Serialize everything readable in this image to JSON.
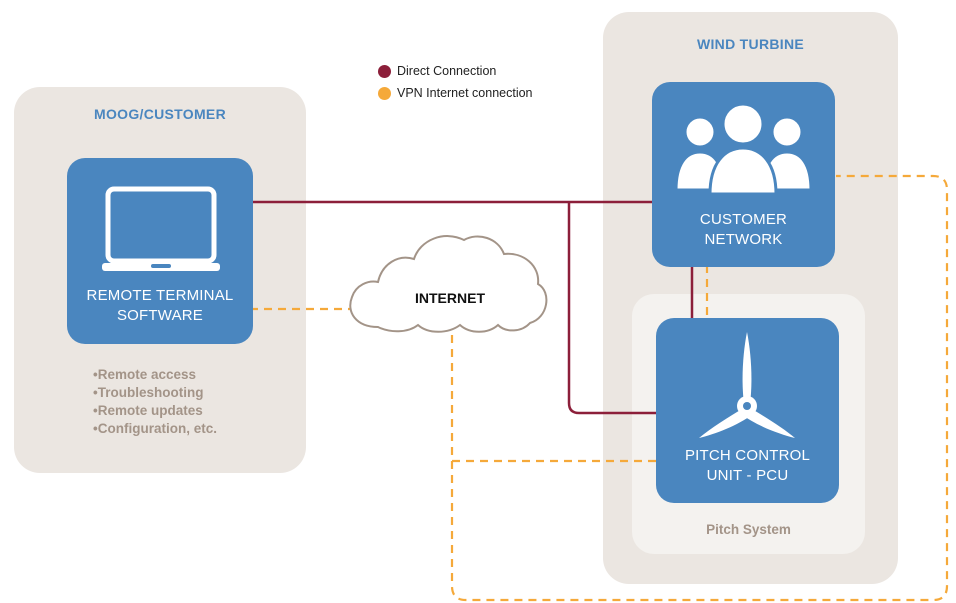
{
  "legend": {
    "direct": {
      "label": "Direct Connection",
      "color": "#8c1f3a"
    },
    "vpn": {
      "label": "VPN Internet connection",
      "color": "#f5a93a"
    }
  },
  "customer_panel": {
    "title": "MOOG/CUSTOMER",
    "terminal_box": {
      "label_line1": "REMOTE TERMINAL",
      "label_line2": "SOFTWARE",
      "icon": "laptop-icon"
    },
    "features": [
      "Remote access",
      "Troubleshooting",
      "Remote updates",
      "Configuration, etc."
    ]
  },
  "internet": {
    "label": "INTERNET",
    "icon": "cloud-icon"
  },
  "turbine_panel": {
    "title": "WIND TURBINE",
    "network_box": {
      "label_line1": "CUSTOMER",
      "label_line2": "NETWORK",
      "icon": "users-icon"
    },
    "pitch_system": {
      "label": "Pitch System",
      "pcu_box": {
        "label_line1": "PITCH CONTROL",
        "label_line2": "UNIT - PCU",
        "icon": "turbine-blades-icon"
      }
    }
  },
  "colors": {
    "box_blue": "#4a86bf",
    "panel_bg": "#ebe6e1",
    "muted_text": "#a39488"
  }
}
